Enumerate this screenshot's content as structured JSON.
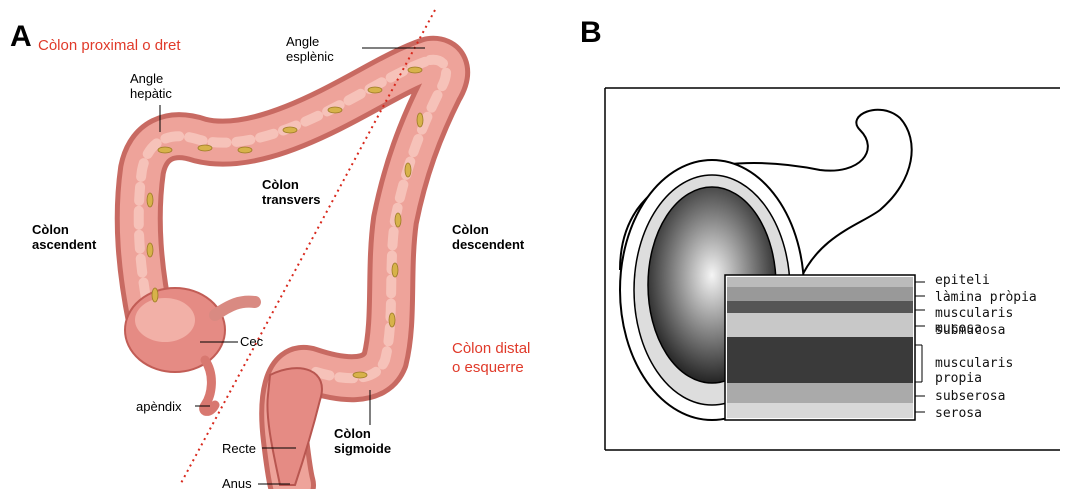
{
  "panel_a": {
    "letter": "A",
    "title": "Còlon proximal o dret",
    "labels": {
      "angle_esplenic": [
        "Angle",
        "esplènic"
      ],
      "angle_hepatic": [
        "Angle",
        "hepàtic"
      ],
      "colon_transvers": [
        "Còlon",
        "transvers"
      ],
      "colon_ascendent": [
        "Còlon",
        "ascendent"
      ],
      "colon_descendent": [
        "Còlon",
        "descendent"
      ],
      "cec": "Cec",
      "apendix": "apèndix",
      "recte": "Recte",
      "anus": "Anus",
      "colon_sigmoide": [
        "Còlon",
        "sigmoide"
      ],
      "colon_distal": [
        "Còlon distal",
        "o esquerre"
      ]
    },
    "colors": {
      "red_label": "#e03a2a",
      "colon": "#e8968f",
      "divider": "#d8281c"
    }
  },
  "panel_b": {
    "letter": "B",
    "layers": [
      "epiteli",
      "làmina pròpia",
      "muscularis mucosa",
      "submucosa",
      "muscularis propia",
      "subserosa",
      "serosa"
    ]
  }
}
